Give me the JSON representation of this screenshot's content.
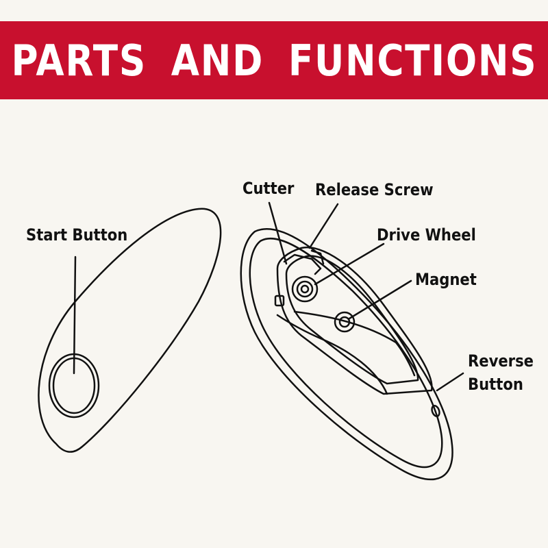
{
  "title": "PARTS AND FUNCTIONS",
  "labels": {
    "start_button": "Start Button",
    "cutter": "Cutter",
    "release_screw": "Release Screw",
    "drive_wheel": "Drive Wheel",
    "magnet": "Magnet",
    "reverse_button_line1": "Reverse",
    "reverse_button_line2": "Button"
  },
  "colors": {
    "banner": "#c8102e",
    "background": "#f8f6f1",
    "line": "#111111"
  }
}
